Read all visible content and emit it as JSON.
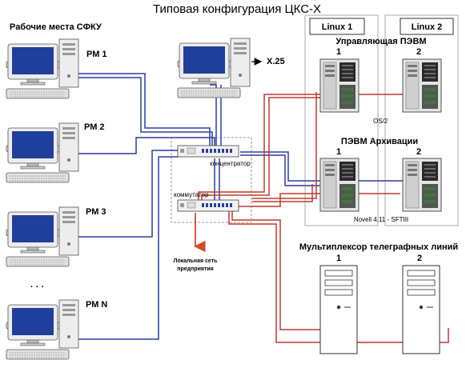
{
  "title": "Типовая конфигурация ЦКС-Х",
  "workstations_label": "Рабочие места СФКУ",
  "workstations": [
    {
      "label": "РМ 1"
    },
    {
      "label": "РМ 2"
    },
    {
      "label": "РМ 3"
    },
    {
      "label": "РМ N"
    }
  ],
  "ellipsis": "· · ·",
  "x25_label": "X.25",
  "linux1_label": "Linux 1",
  "linux2_label": "Linux 2",
  "control_label": "Управляющая ПЭВМ",
  "archive_label": "ПЭВМ Архивации",
  "unit_numbers": {
    "one": "1",
    "two": "2"
  },
  "os2_label": "OS/2",
  "novell_label": "Novell 4.11 - SFTIII",
  "concentrator_label": "концентратор",
  "switch_label": "коммутатор",
  "lan_label_line1": "Локальная сеть",
  "lan_label_line2": "предприятия",
  "multiplexer_label": "Мультиплексор телеграфных линий",
  "colors": {
    "blue_link": "#2a3f9c",
    "red_link": "#c0392b",
    "arrow": "#d9472b"
  }
}
